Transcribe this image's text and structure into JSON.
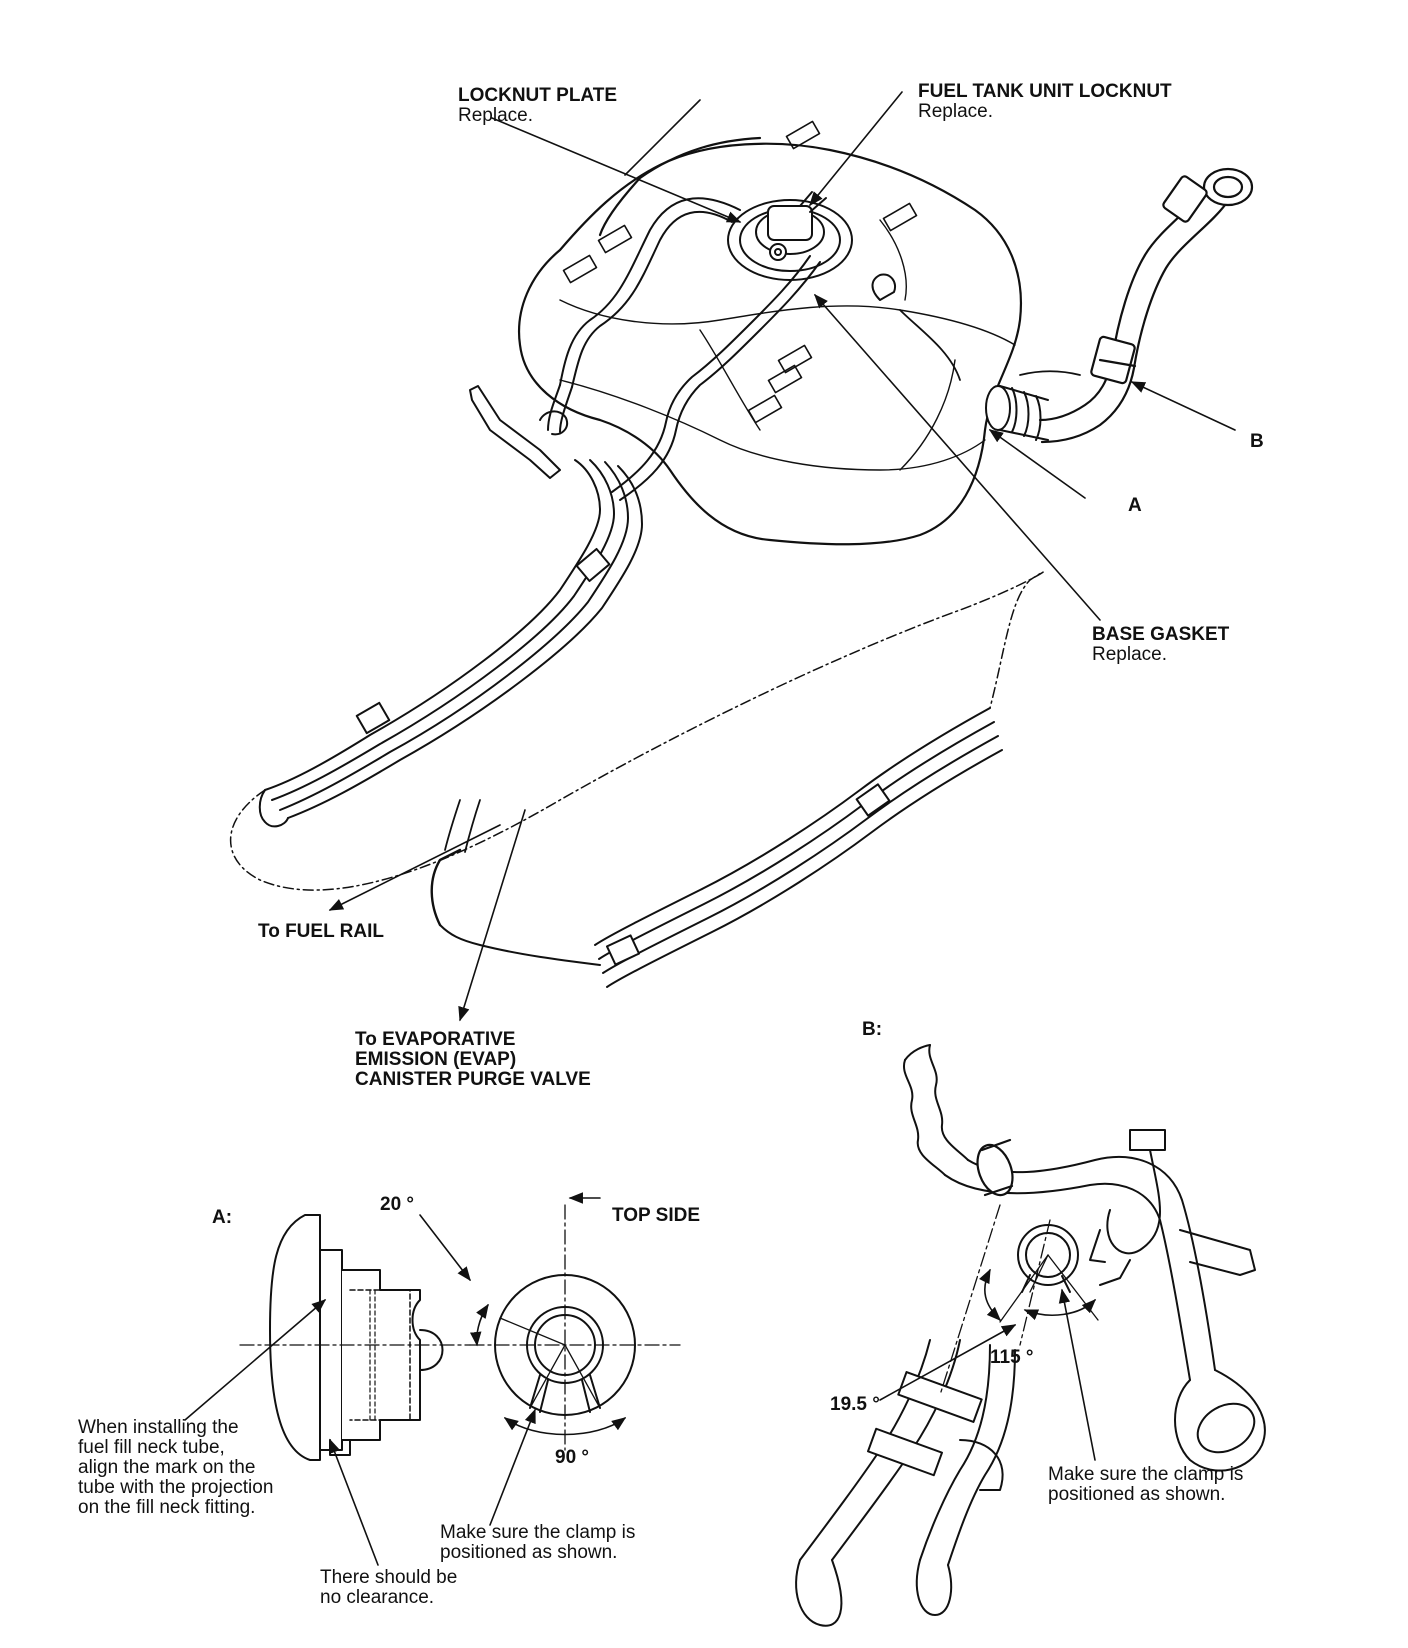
{
  "labels": {
    "locknut_plate": {
      "title": "LOCKNUT PLATE",
      "note": "Replace."
    },
    "fuel_tank_unit_locknut": {
      "title": "FUEL TANK UNIT LOCKNUT",
      "note": "Replace."
    },
    "base_gasket": {
      "title": "BASE GASKET",
      "note": "Replace."
    },
    "callout_a": "A",
    "callout_b": "B",
    "to_fuel_rail": "To FUEL RAIL",
    "to_evap": [
      "To EVAPORATIVE",
      "EMISSION (EVAP)",
      "CANISTER PURGE VALVE"
    ]
  },
  "detail_a": {
    "heading": "A:",
    "angle_top": "20 °",
    "top_side": "TOP SIDE",
    "angle_bottom": "90 °",
    "clamp_note": [
      "Make sure the clamp is",
      "positioned as shown."
    ],
    "install_note": [
      "When installing the",
      "fuel fill neck tube,",
      "align the mark on the",
      "tube with the projection",
      "on the fill neck fitting."
    ],
    "clearance_note": [
      "There should be",
      "no clearance."
    ]
  },
  "detail_b": {
    "heading": "B:",
    "angle_left": "19.5 °",
    "angle_right": "115 °",
    "clamp_note": [
      "Make sure the clamp is",
      "positioned as shown."
    ]
  }
}
